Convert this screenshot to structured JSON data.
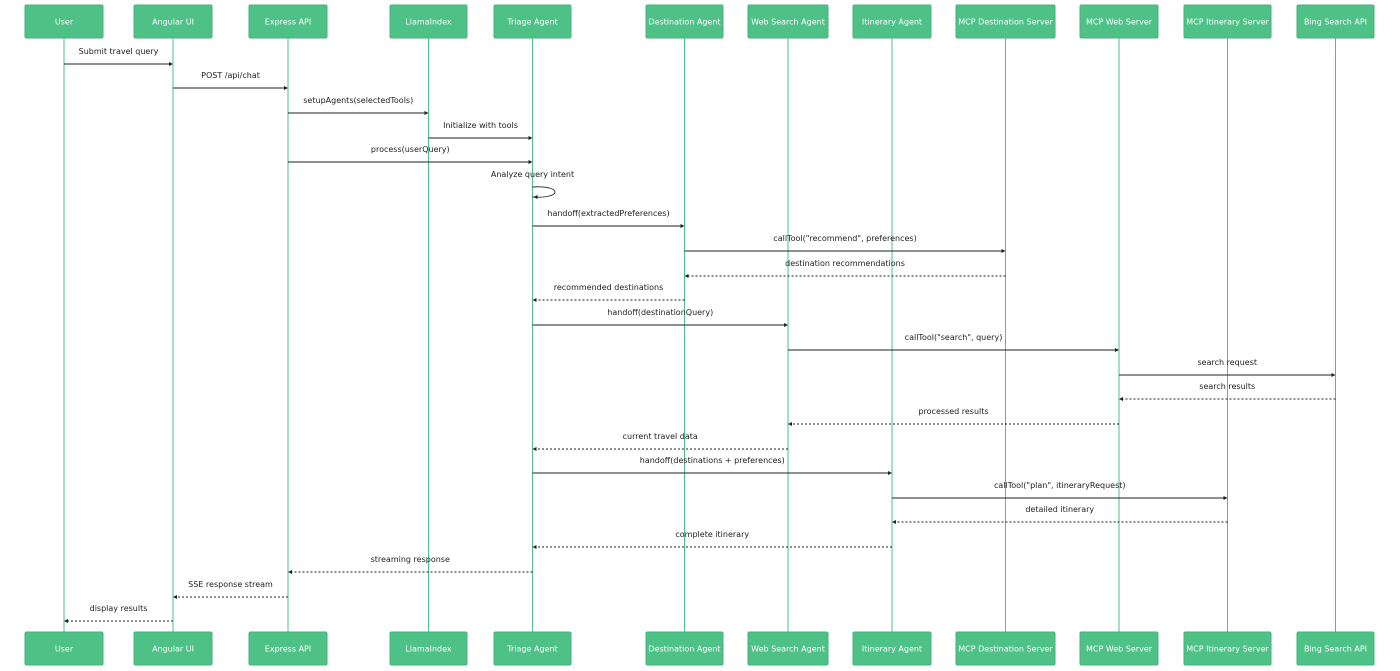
{
  "colors": {
    "participant_fill": "#4ec186",
    "participant_text": "#ffffff",
    "lifeline": "#4ec186",
    "message": "#222222"
  },
  "participants": [
    {
      "id": "user",
      "label": "User"
    },
    {
      "id": "angular",
      "label": "Angular UI"
    },
    {
      "id": "express",
      "label": "Express API"
    },
    {
      "id": "llamaindex",
      "label": "LlamaIndex"
    },
    {
      "id": "triage",
      "label": "Triage Agent"
    },
    {
      "id": "destination",
      "label": "Destination Agent"
    },
    {
      "id": "websearch",
      "label": "Web Search Agent"
    },
    {
      "id": "itinerary",
      "label": "Itinerary Agent"
    },
    {
      "id": "mcp_dest",
      "label": "MCP Destination Server"
    },
    {
      "id": "mcp_web",
      "label": "MCP Web Server"
    },
    {
      "id": "mcp_itin",
      "label": "MCP Itinerary Server"
    },
    {
      "id": "bing",
      "label": "Bing Search API"
    }
  ],
  "messages": [
    {
      "from": "user",
      "to": "angular",
      "label": "Submit travel query",
      "type": "solid"
    },
    {
      "from": "angular",
      "to": "express",
      "label": "POST /api/chat",
      "type": "solid"
    },
    {
      "from": "express",
      "to": "llamaindex",
      "label": "setupAgents(selectedTools)",
      "type": "solid"
    },
    {
      "from": "llamaindex",
      "to": "triage",
      "label": "Initialize with tools",
      "type": "solid"
    },
    {
      "from": "express",
      "to": "triage",
      "label": "process(userQuery)",
      "type": "solid"
    },
    {
      "from": "triage",
      "to": "triage",
      "label": "Analyze query intent",
      "type": "self"
    },
    {
      "from": "triage",
      "to": "destination",
      "label": "handoff(extractedPreferences)",
      "type": "solid"
    },
    {
      "from": "destination",
      "to": "mcp_dest",
      "label": "callTool(\"recommend\", preferences)",
      "type": "solid"
    },
    {
      "from": "mcp_dest",
      "to": "destination",
      "label": "destination recommendations",
      "type": "dashed"
    },
    {
      "from": "destination",
      "to": "triage",
      "label": "recommended destinations",
      "type": "dashed"
    },
    {
      "from": "triage",
      "to": "websearch",
      "label": "handoff(destinationQuery)",
      "type": "solid"
    },
    {
      "from": "websearch",
      "to": "mcp_web",
      "label": "callTool(\"search\", query)",
      "type": "solid"
    },
    {
      "from": "mcp_web",
      "to": "bing",
      "label": "search request",
      "type": "solid"
    },
    {
      "from": "bing",
      "to": "mcp_web",
      "label": "search results",
      "type": "dashed"
    },
    {
      "from": "mcp_web",
      "to": "websearch",
      "label": "processed results",
      "type": "dashed"
    },
    {
      "from": "websearch",
      "to": "triage",
      "label": "current travel data",
      "type": "dashed"
    },
    {
      "from": "triage",
      "to": "itinerary",
      "label": "handoff(destinations + preferences)",
      "type": "solid"
    },
    {
      "from": "itinerary",
      "to": "mcp_itin",
      "label": "callTool(\"plan\", itineraryRequest)",
      "type": "solid"
    },
    {
      "from": "mcp_itin",
      "to": "itinerary",
      "label": "detailed itinerary",
      "type": "dashed"
    },
    {
      "from": "itinerary",
      "to": "triage",
      "label": "complete itinerary",
      "type": "dashed"
    },
    {
      "from": "triage",
      "to": "express",
      "label": "streaming response",
      "type": "dashed"
    },
    {
      "from": "express",
      "to": "angular",
      "label": "SSE response stream",
      "type": "dashed"
    },
    {
      "from": "angular",
      "to": "user",
      "label": "display results",
      "type": "dashed"
    }
  ]
}
